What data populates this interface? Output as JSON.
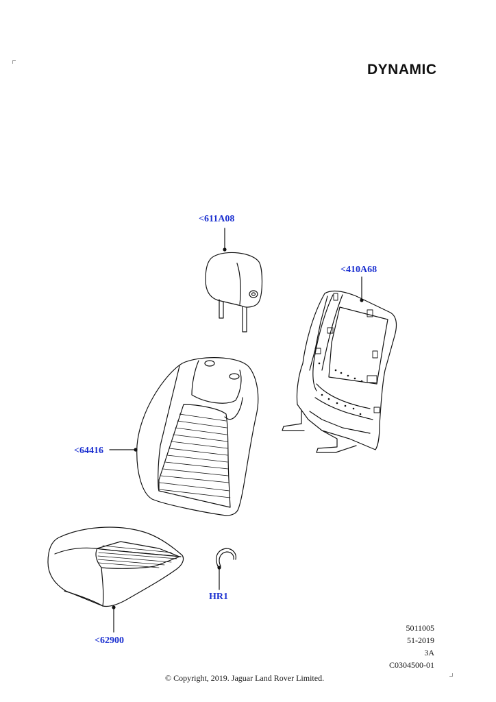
{
  "title": "DYNAMIC",
  "callouts": {
    "headrest": "<611A08",
    "back_panel": "<410A68",
    "backrest_cover": "<64416",
    "hog_ring": "HR1",
    "cushion_cover": "<62900"
  },
  "meta": {
    "line1": "5011005",
    "line2": "51-2019",
    "line3": "3A",
    "line4": "C0304500-01"
  },
  "copyright": "© Copyright, 2019. Jaguar Land Rover Limited.",
  "colors": {
    "callout": "#1a2fd0",
    "line": "#111111"
  }
}
